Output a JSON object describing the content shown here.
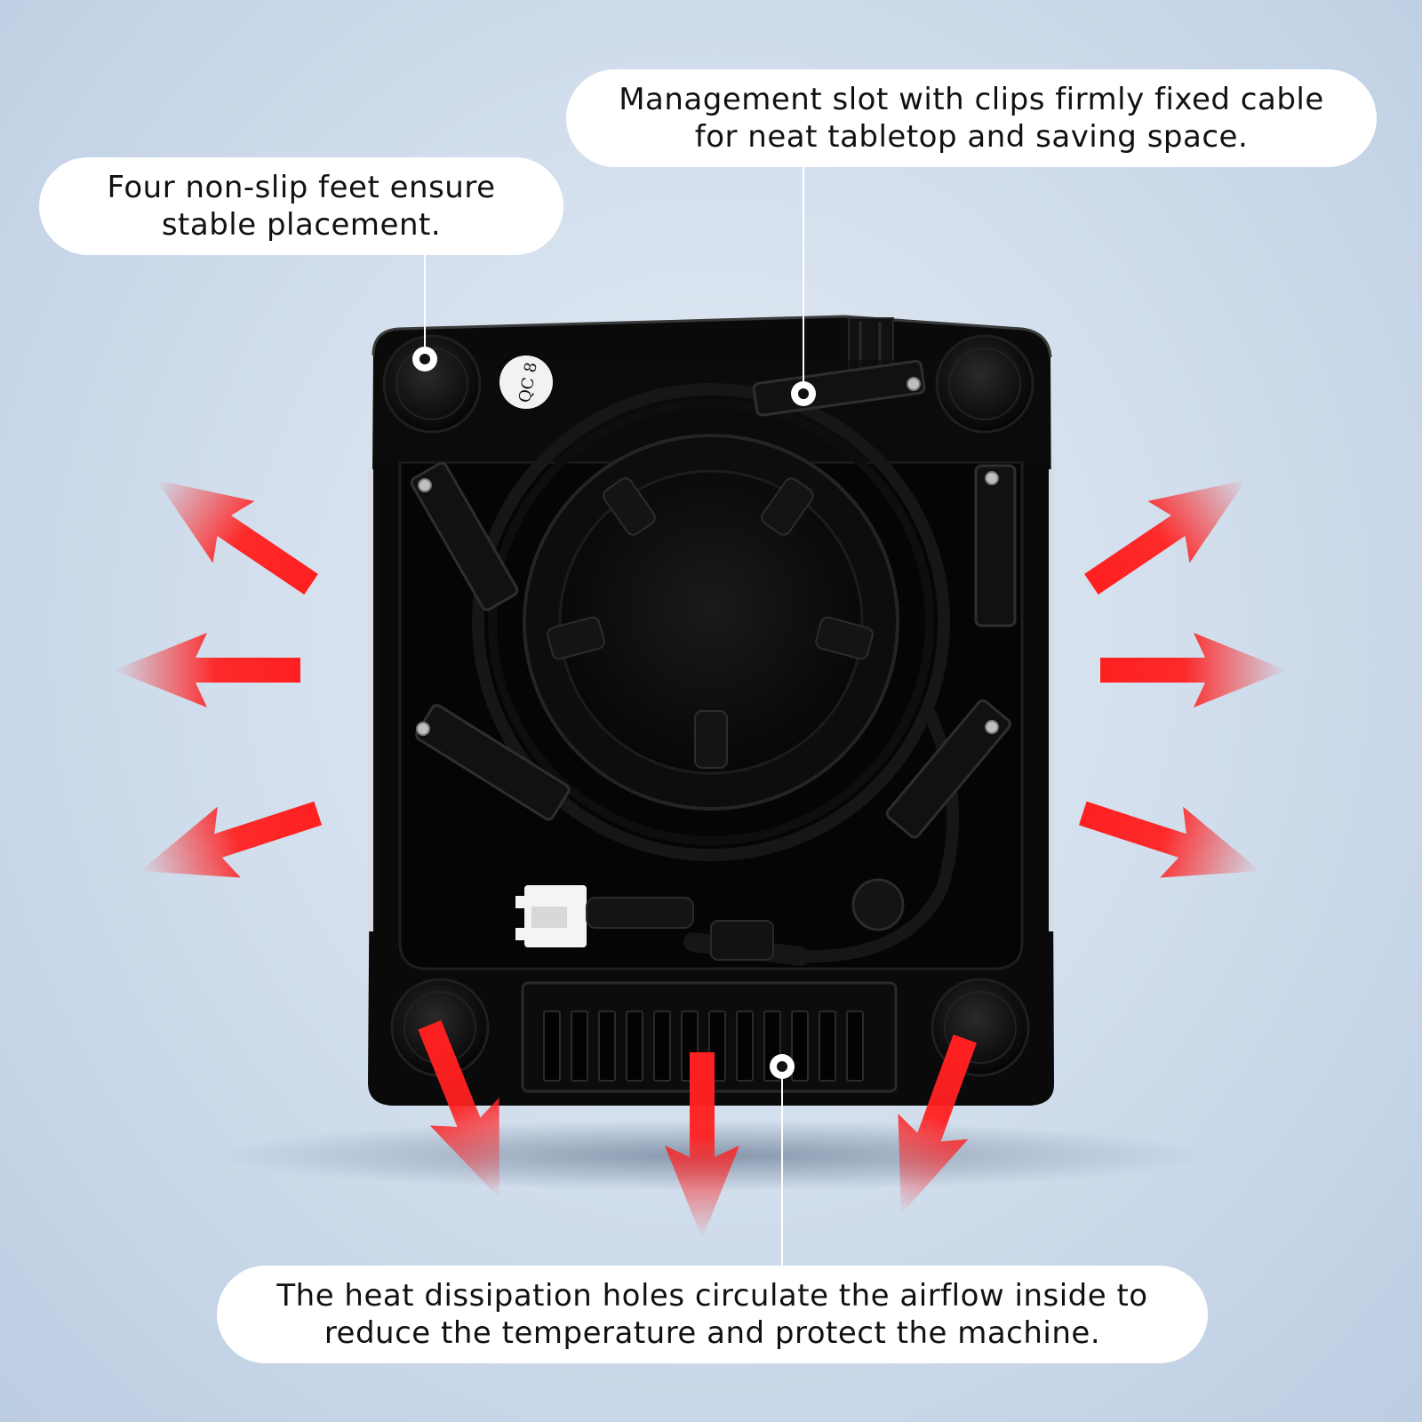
{
  "callouts": {
    "feet": {
      "line1": "Four non-slip feet ensure",
      "line2": "stable placement."
    },
    "cable": {
      "line1": "Management slot with clips firmly fixed cable",
      "line2": "for neat tabletop and saving space."
    },
    "heat": {
      "line1": "The heat dissipation holes circulate the airflow inside to",
      "line2": "reduce the temperature and protect the machine."
    }
  },
  "product": {
    "qc_label": "QC 8"
  },
  "colors": {
    "arrow": "#ff2020",
    "body": "#0b0b0b",
    "callout_bg": "#ffffff"
  }
}
